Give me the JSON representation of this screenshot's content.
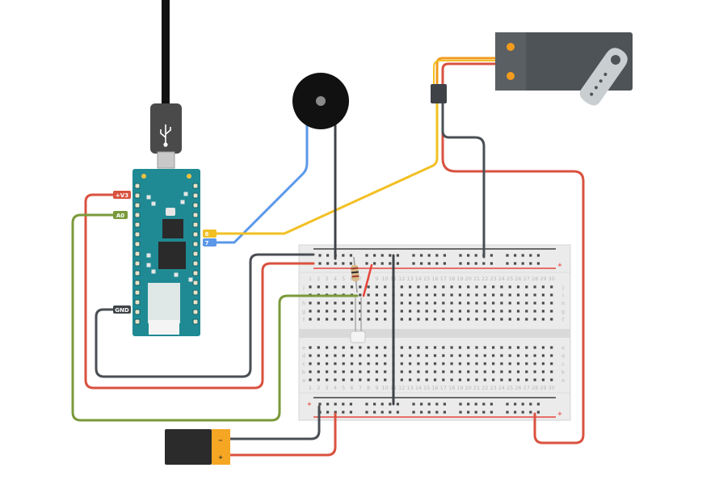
{
  "colors": {
    "board": "#1f8a94",
    "board_dark": "#15616a",
    "breadboard": "#ebebeb",
    "breadboard_edge": "#d4d4d4",
    "hole": "#4a4a4a",
    "rail_red": "#e8453c",
    "rail_dark": "#3f3f3f",
    "wire_red": "#d9523f",
    "wire_black": "#4a4f55",
    "wire_blue": "#5b98e8",
    "wire_yellow": "#f2c023",
    "wire_green": "#7a9a3a",
    "servo_body": "#4e5357",
    "servo_orange": "#f29b1d",
    "battery_body": "#2b2b2b",
    "battery_cap": "#f5a623",
    "cable": "#111111"
  },
  "arduino": {
    "pins": {
      "v3": "+V3",
      "a0": "A0",
      "gnd": "GND",
      "d6": "6",
      "d7": "7"
    }
  },
  "breadboard": {
    "rail_plus": "+",
    "rail_minus": "-",
    "row_letters_top": [
      "j",
      "i",
      "h",
      "g",
      "f"
    ],
    "row_letters_bottom": [
      "e",
      "d",
      "c",
      "b",
      "a"
    ],
    "column_numbers": [
      "1",
      "2",
      "3",
      "4",
      "5",
      "6",
      "7",
      "8",
      "9",
      "10",
      "11",
      "12",
      "13",
      "14",
      "15",
      "16",
      "17",
      "18",
      "19",
      "20",
      "21",
      "22",
      "23",
      "24",
      "25",
      "26",
      "27",
      "28",
      "29",
      "30"
    ]
  },
  "battery": {
    "minus_label": "−",
    "plus_label": "+"
  },
  "components": {
    "icons": [
      "usb-cable-icon",
      "usb-symbol-icon",
      "piezo-buzzer-icon",
      "servo-motor-icon",
      "battery-icon",
      "resistor-icon",
      "led-icon"
    ]
  }
}
